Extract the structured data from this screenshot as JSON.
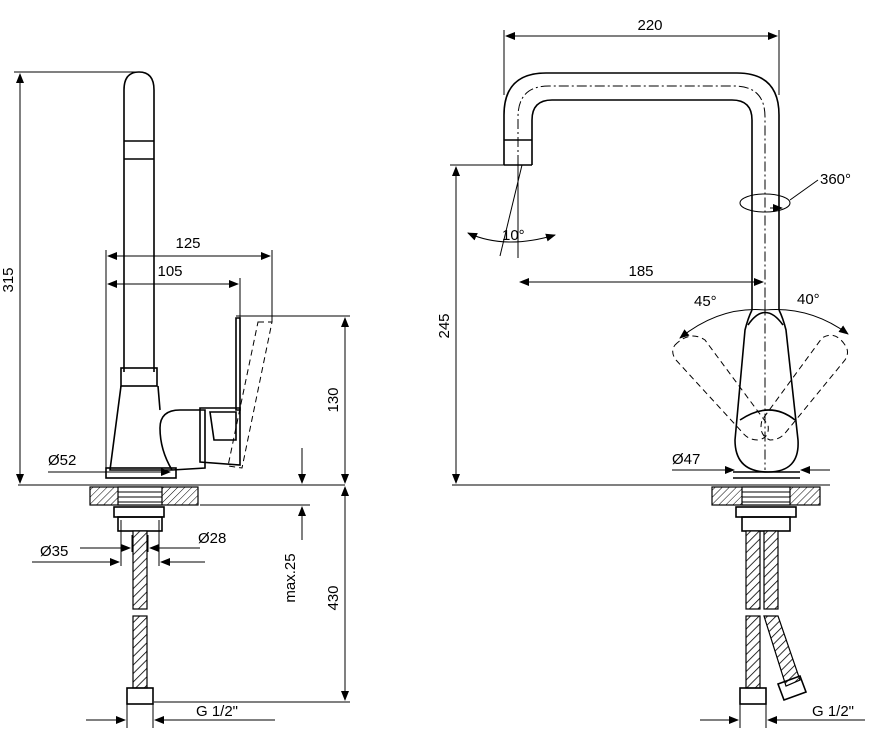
{
  "side_view": {
    "dims": {
      "height_315": "315",
      "width_125": "125",
      "width_105": "105",
      "height_130": "130",
      "dia_52": "Ø52",
      "dia_35": "Ø35",
      "dia_28": "Ø28",
      "max_25": "max.25",
      "length_430": "430",
      "thread": "G 1/2\""
    }
  },
  "front_view": {
    "dims": {
      "width_220": "220",
      "rotation_360": "360°",
      "angle_10": "10°",
      "reach_185": "185",
      "height_245": "245",
      "angle_45": "45°",
      "angle_40": "40°",
      "dia_47": "Ø47",
      "thread": "G 1/2\""
    }
  },
  "style": {
    "line_color": "#000000",
    "background": "#ffffff"
  }
}
